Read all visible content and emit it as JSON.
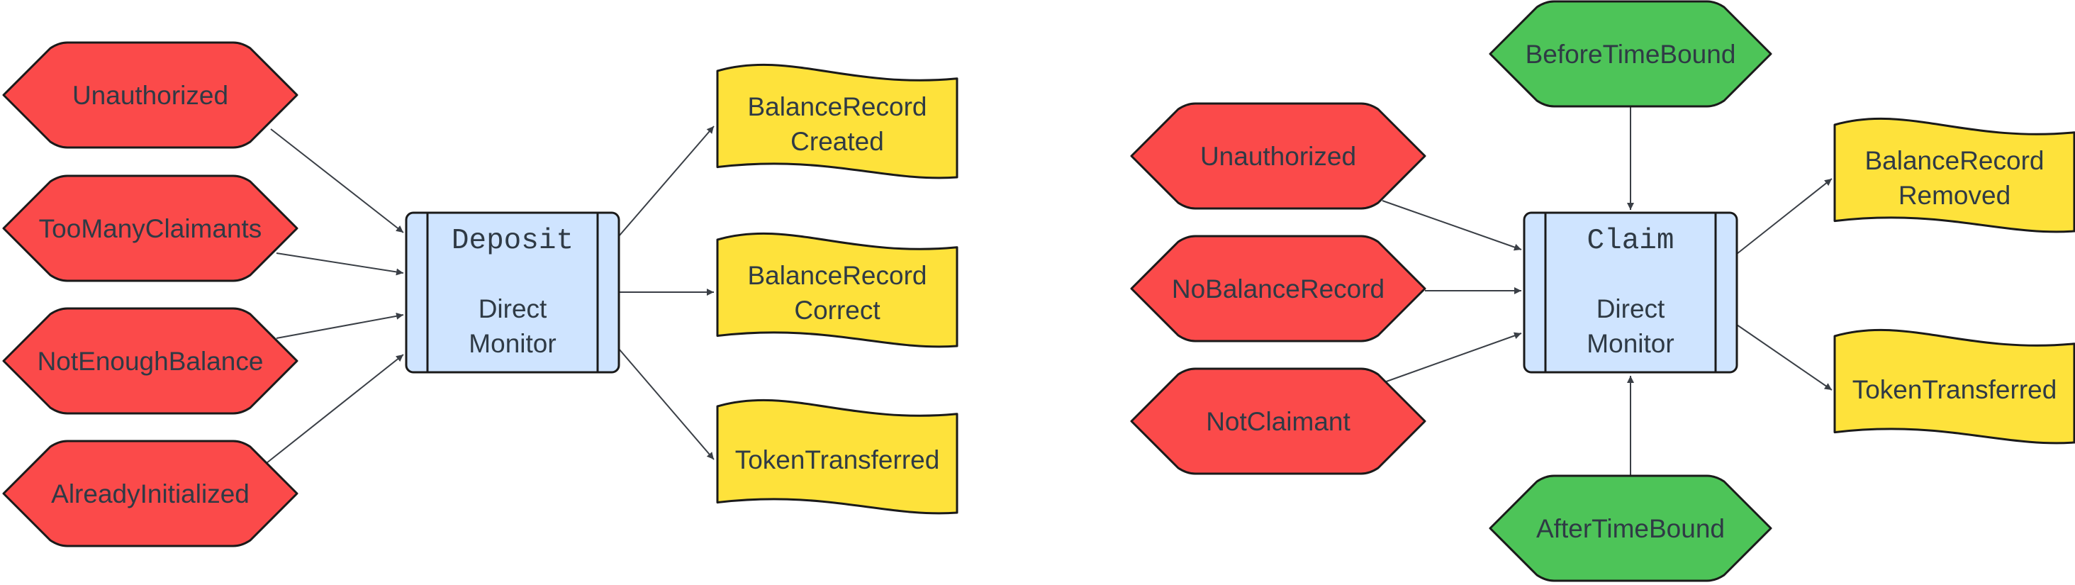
{
  "colors": {
    "error": "#fb4a4a",
    "success": "#4dc458",
    "event": "#fee23b",
    "monitor": "#cfe4ff",
    "stroke": "#1a1a1a",
    "text": "#2f3a45"
  },
  "deposit_panel": {
    "monitor": {
      "name": "Deposit",
      "line1": "Direct",
      "line2": "Monitor"
    },
    "errors": [
      "Unauthorized",
      "TooManyClaimants",
      "NotEnoughBalance",
      "AlreadyInitialized"
    ],
    "events": [
      {
        "line1": "BalanceRecord",
        "line2": "Created"
      },
      {
        "line1": "BalanceRecord",
        "line2": "Correct"
      },
      {
        "line1": "TokenTransferred"
      }
    ]
  },
  "claim_panel": {
    "monitor": {
      "name": "Claim",
      "line1": "Direct",
      "line2": "Monitor"
    },
    "errors": [
      "Unauthorized",
      "NoBalanceRecord",
      "NotClaimant"
    ],
    "time_conditions": [
      "BeforeTimeBound",
      "AfterTimeBound"
    ],
    "events": [
      {
        "line1": "BalanceRecord",
        "line2": "Removed"
      },
      {
        "line1": "TokenTransferred"
      }
    ]
  }
}
